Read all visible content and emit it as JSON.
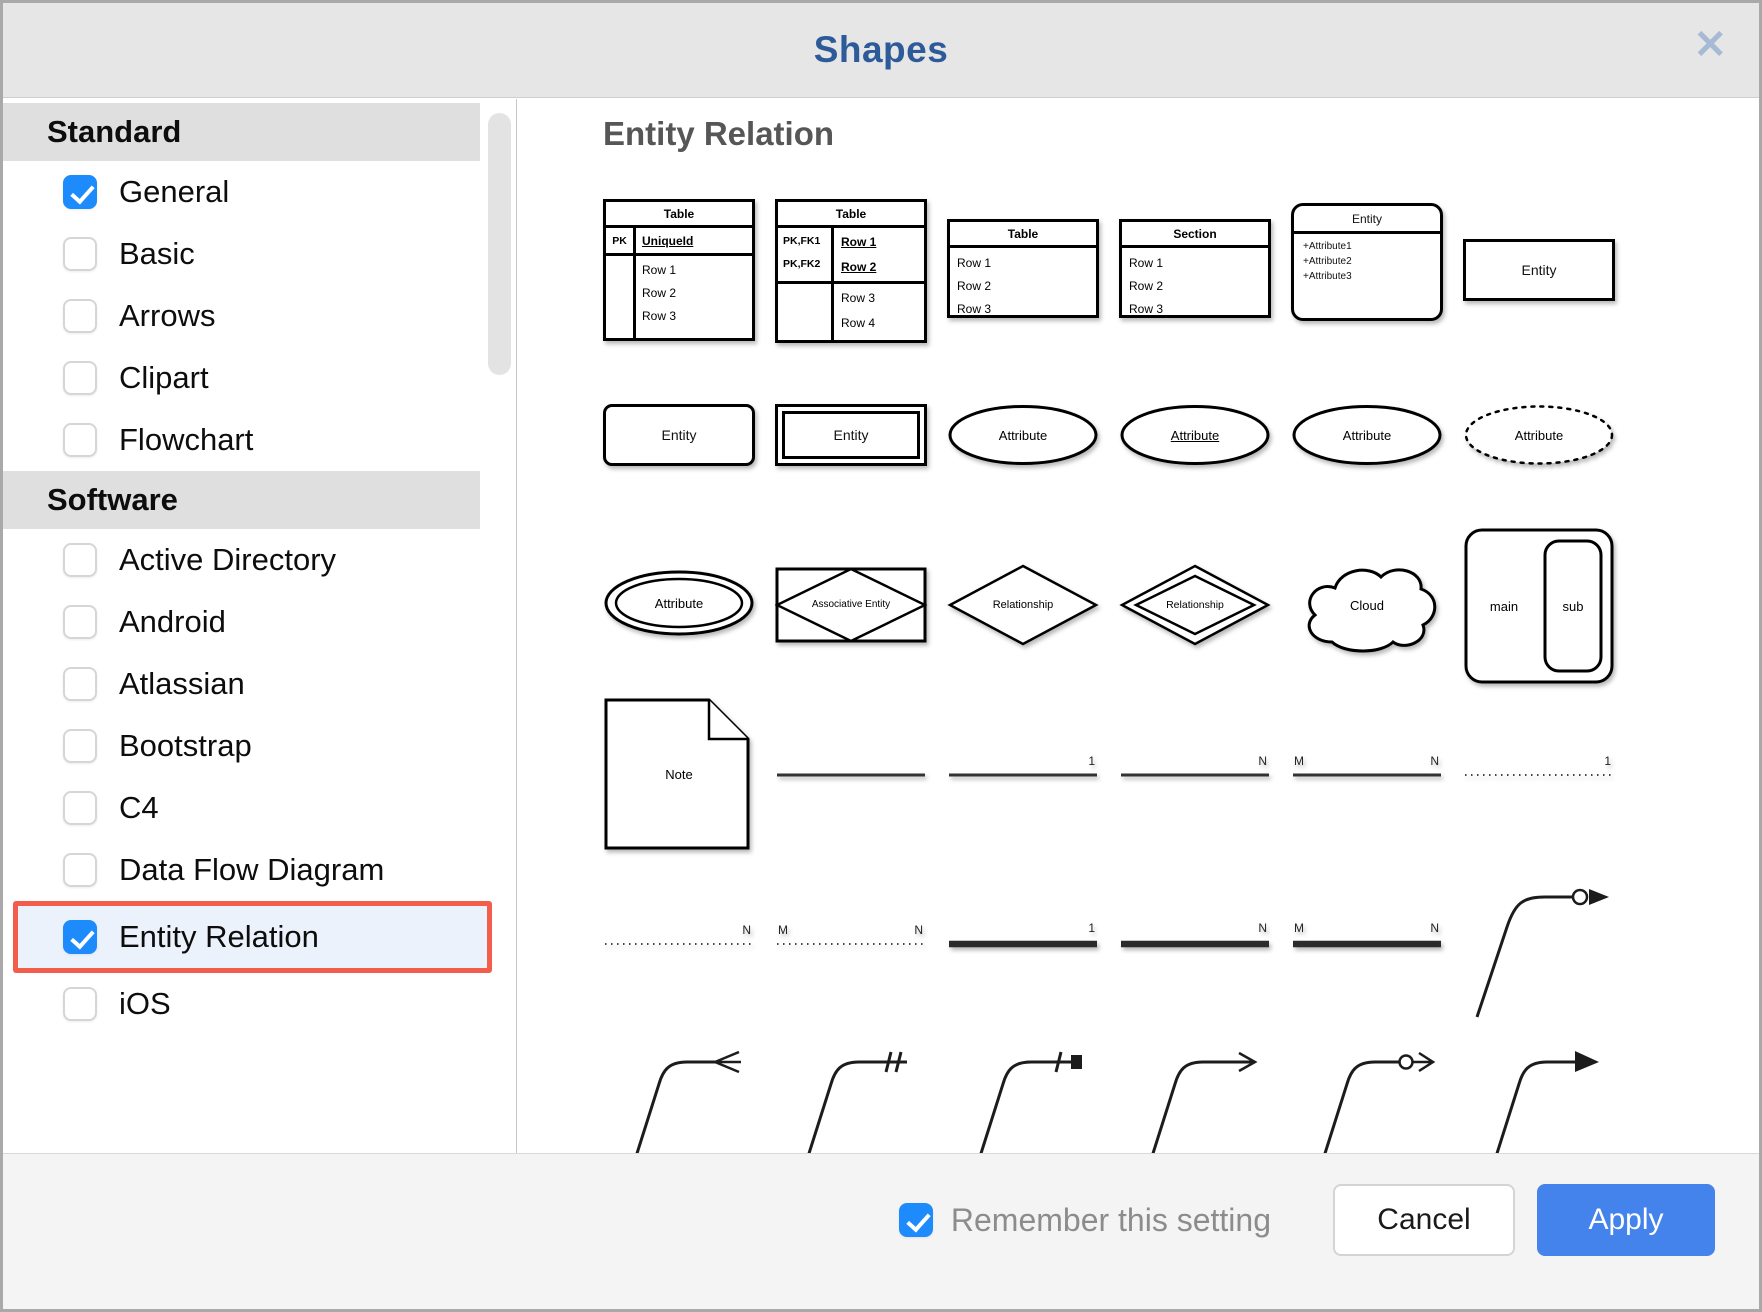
{
  "dialog": {
    "title": "Shapes",
    "close_icon": "✕"
  },
  "sidebar": {
    "sections": [
      {
        "label": "Standard",
        "items": [
          {
            "label": "General",
            "checked": true
          },
          {
            "label": "Basic",
            "checked": false
          },
          {
            "label": "Arrows",
            "checked": false
          },
          {
            "label": "Clipart",
            "checked": false
          },
          {
            "label": "Flowchart",
            "checked": false
          }
        ]
      },
      {
        "label": "Software",
        "items": [
          {
            "label": "Active Directory",
            "checked": false
          },
          {
            "label": "Android",
            "checked": false
          },
          {
            "label": "Atlassian",
            "checked": false
          },
          {
            "label": "Bootstrap",
            "checked": false
          },
          {
            "label": "C4",
            "checked": false
          },
          {
            "label": "Data Flow Diagram",
            "checked": false
          },
          {
            "label": "Entity Relation",
            "checked": true,
            "highlighted": true
          },
          {
            "label": "iOS",
            "checked": false
          }
        ]
      }
    ]
  },
  "panel": {
    "heading": "Entity Relation"
  },
  "shapes": {
    "table_label": "Table",
    "section_label": "Section",
    "pk": "PK",
    "unique_id": "UniqueId",
    "pk_fk1": "PK,FK1",
    "pk_fk2": "PK,FK2",
    "row1": "Row 1",
    "row2": "Row 2",
    "row3": "Row 3",
    "row4": "Row 4",
    "entity": "Entity",
    "attribute1": "+Attribute1",
    "attribute2": "+Attribute2",
    "attribute3": "+Attribute3",
    "attribute": "Attribute",
    "associative_entity": "Associative Entity",
    "relationship": "Relationship",
    "cloud": "Cloud",
    "main": "main",
    "sub": "sub",
    "note": "Note",
    "card_one": "1",
    "card_n": "N",
    "card_m": "M"
  },
  "footer": {
    "remember_label": "Remember this setting",
    "remember_checked": true,
    "cancel_label": "Cancel",
    "apply_label": "Apply"
  },
  "colors": {
    "title_blue": "#2d5b9a",
    "checkbox_blue": "#1e8bfc",
    "highlight_red": "#f45c4c",
    "apply_blue": "#4583ec"
  }
}
